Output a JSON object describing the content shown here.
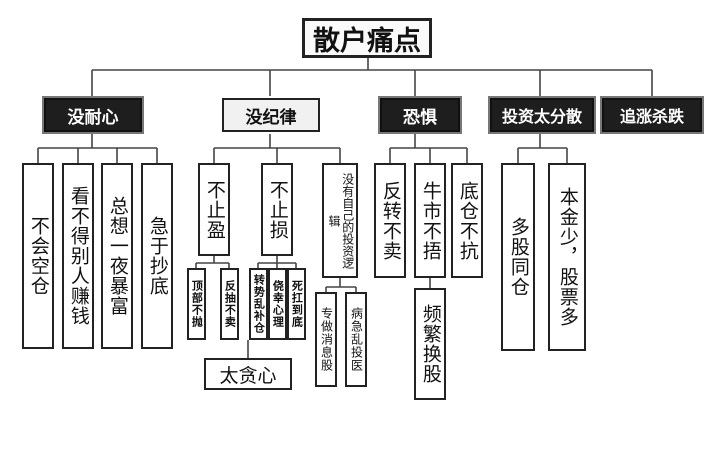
{
  "root": {
    "label": "散户痛点"
  },
  "categories": [
    {
      "label": "没耐心"
    },
    {
      "label": "没纪律"
    },
    {
      "label": "恐惧"
    },
    {
      "label": "投资太分散"
    },
    {
      "label": "追涨杀跌"
    }
  ],
  "patience": [
    "不会空仓",
    "看不得别人赚钱",
    "总想一夜暴富",
    "急于抄底"
  ],
  "discipline": {
    "no_take_profit": {
      "label": "不止盈",
      "children": [
        "顶部不抛",
        "反抽不卖"
      ]
    },
    "no_stop_loss": {
      "label": "不止损",
      "children": [
        "转势乱补仓",
        "侥幸心理",
        "死扛到底"
      ]
    },
    "no_logic": {
      "label": "没有自己的投资逻辑",
      "children": [
        "专做消息股",
        "病急乱投医"
      ]
    },
    "greed": "太贪心"
  },
  "fear": {
    "items": [
      "反转不卖",
      "牛市不捂",
      "底仓不抗"
    ],
    "sub": "频繁换股"
  },
  "dispersed": [
    "多股同仓",
    "本金少，股票多"
  ]
}
